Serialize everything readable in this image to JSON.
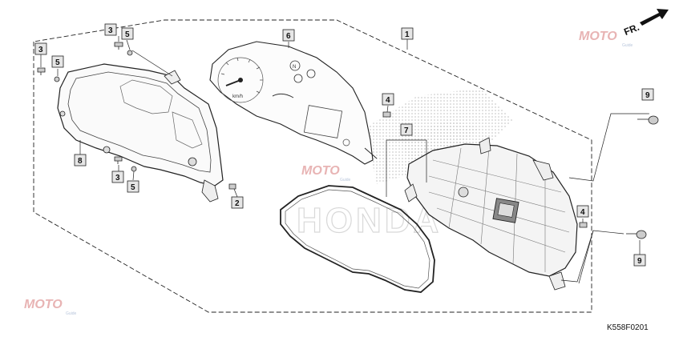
{
  "diagram": {
    "callouts": [
      {
        "id": "c1",
        "label": "1"
      },
      {
        "id": "c2",
        "label": "2"
      },
      {
        "id": "c3a",
        "label": "3"
      },
      {
        "id": "c3b",
        "label": "3"
      },
      {
        "id": "c3c",
        "label": "3"
      },
      {
        "id": "c4a",
        "label": "4"
      },
      {
        "id": "c4b",
        "label": "4"
      },
      {
        "id": "c5a",
        "label": "5"
      },
      {
        "id": "c5b",
        "label": "5"
      },
      {
        "id": "c5c",
        "label": "5"
      },
      {
        "id": "c6",
        "label": "6"
      },
      {
        "id": "c7",
        "label": "7"
      },
      {
        "id": "c8",
        "label": "8"
      },
      {
        "id": "c9a",
        "label": "9"
      },
      {
        "id": "c9b",
        "label": "9"
      }
    ],
    "direction_label": "FR.",
    "figure_code": "K558F0201",
    "gauge_unit": "km/h",
    "indicator_label": "N",
    "watermark": "MOTO",
    "watermark_sub": "Guide"
  }
}
